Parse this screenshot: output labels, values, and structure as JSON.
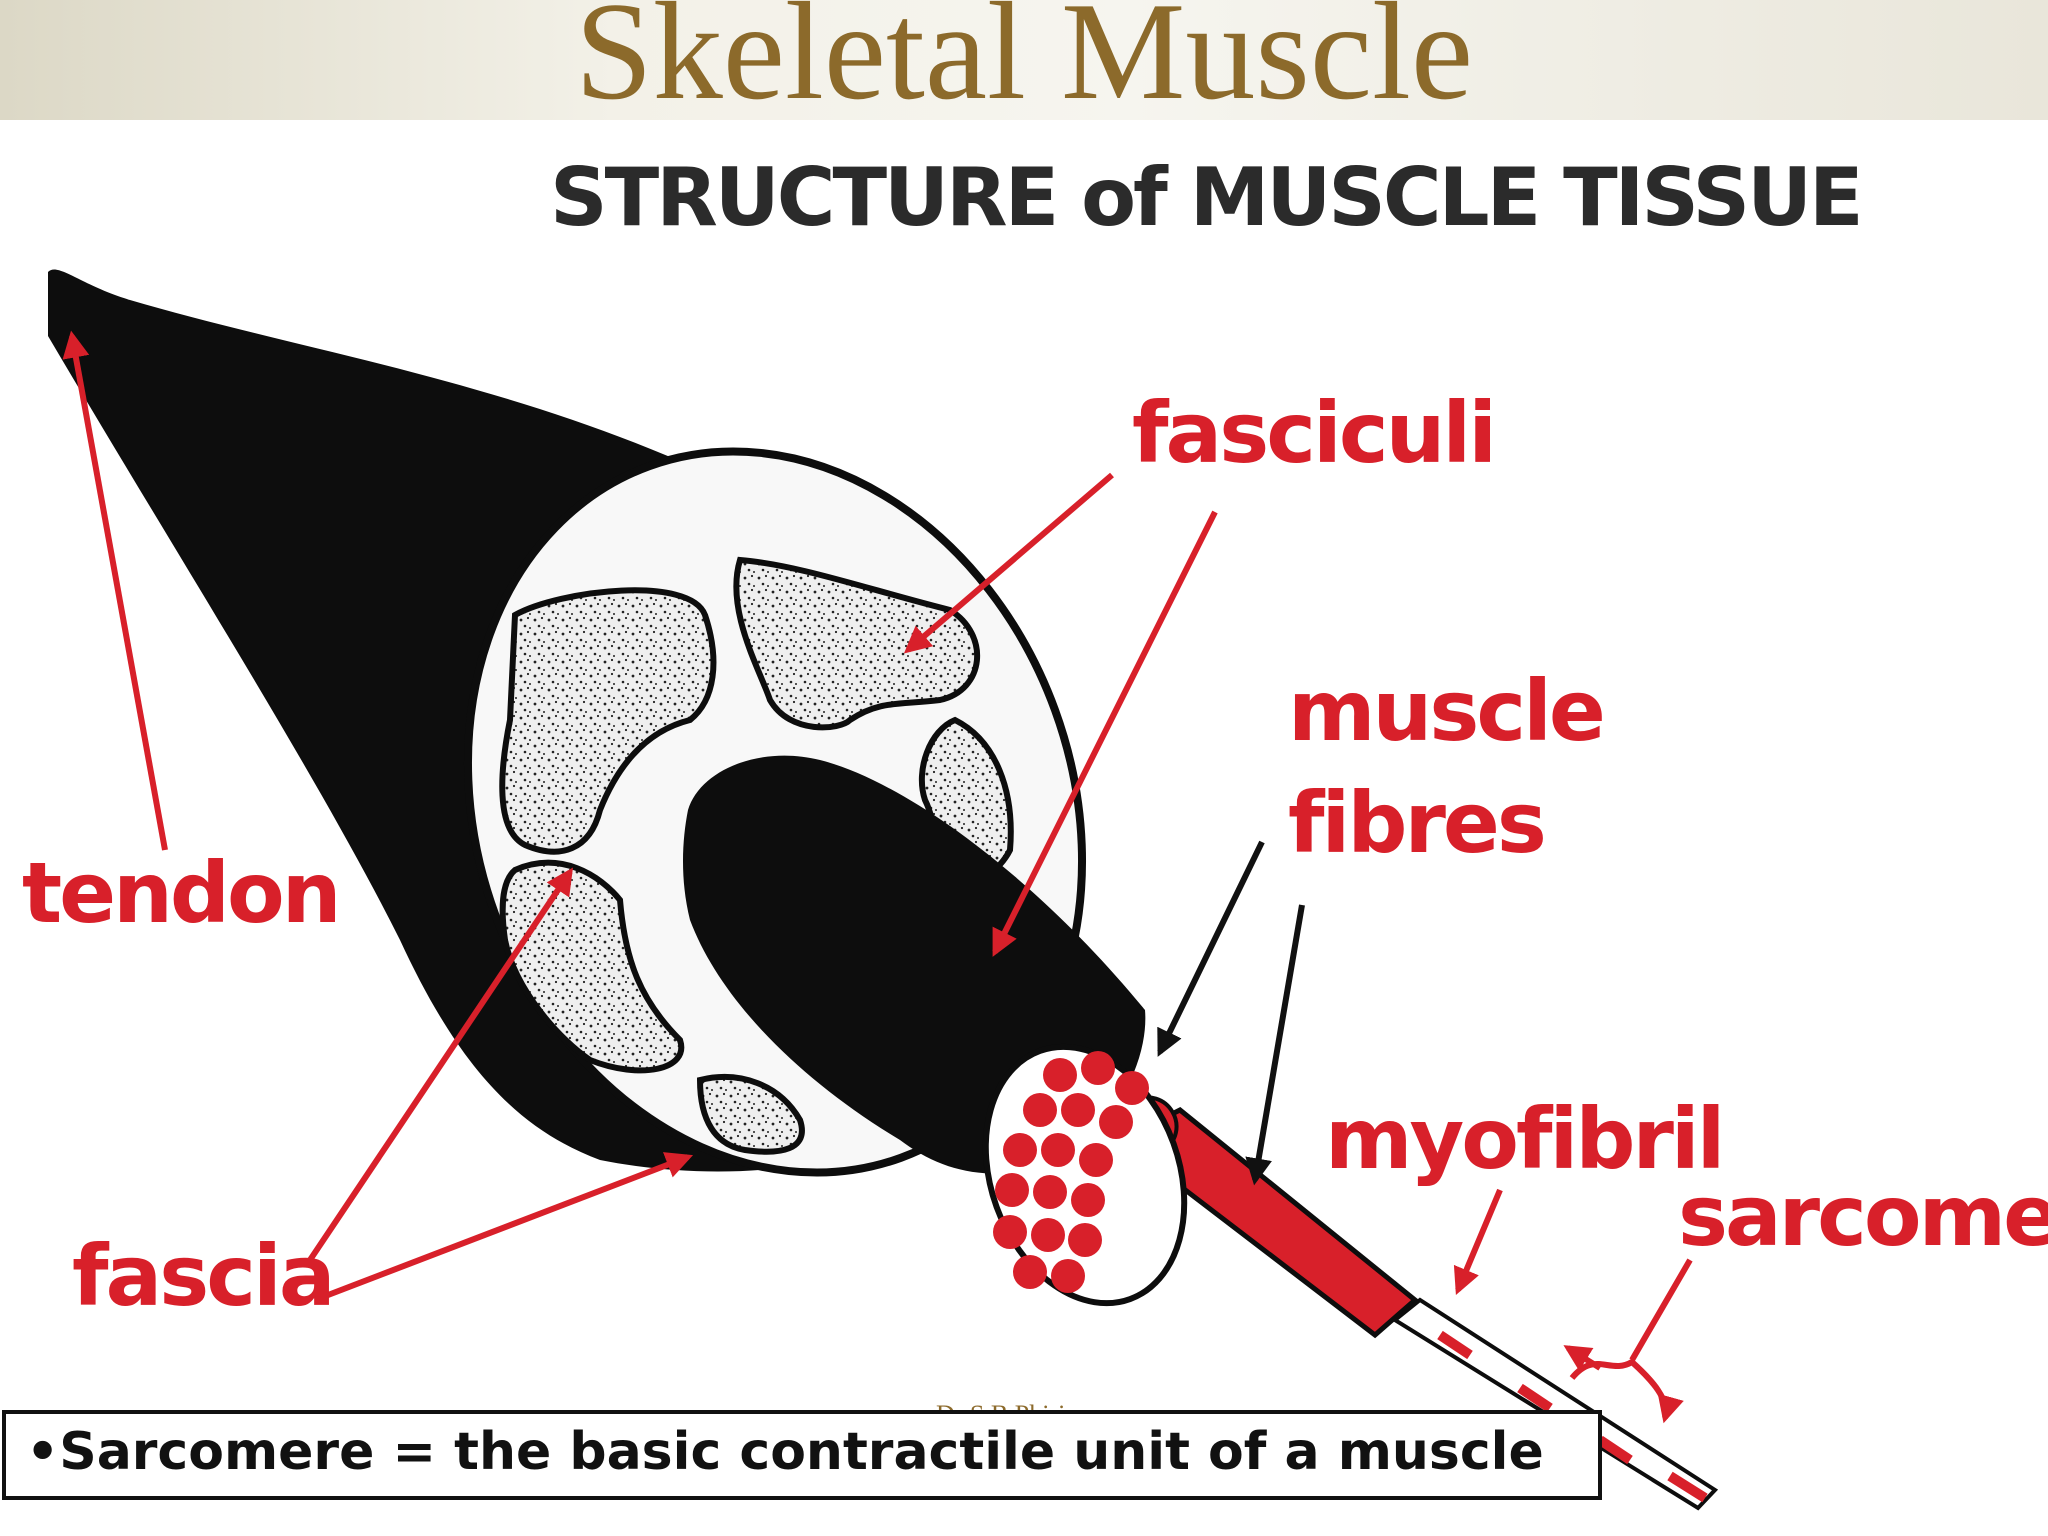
{
  "slide": {
    "title": "Skeletal Muscle",
    "credit": "Dr S.B Phiri"
  },
  "diagram": {
    "subtitle": "STRUCTURE of MUSCLE TISSUE",
    "labels": {
      "tendon": "tendon",
      "fasciculi": "fasciculi",
      "muscle_line1": "muscle",
      "muscle_line2": "fibres",
      "fascia": "fascia",
      "myofibril": "myofibril",
      "sarcomere": "sarcomere"
    },
    "colors": {
      "label_red": "#d8202a",
      "muscle_black": "#0d0d0d",
      "fasciculus_fill": "#efefef"
    }
  },
  "caption": {
    "text": "•Sarcomere = the basic contractile unit of a muscle"
  }
}
